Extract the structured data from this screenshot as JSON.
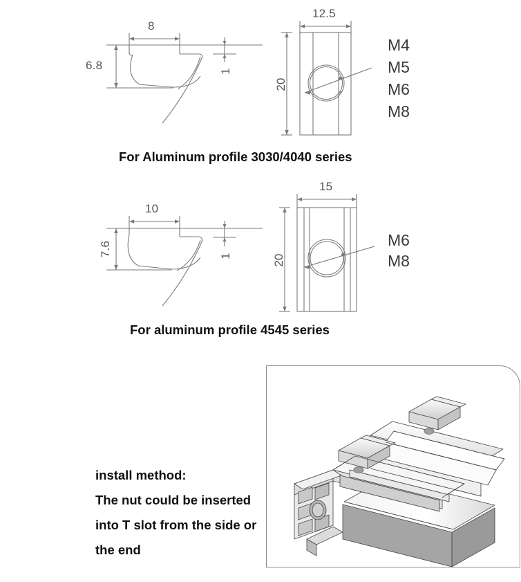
{
  "page": {
    "background": "#ffffff",
    "line_color": "#7a7a7a",
    "text_color": "#231f20"
  },
  "drawing_groups": [
    {
      "id": "group-3030-4040",
      "caption": "For Aluminum profile 3030/4040 series",
      "side_view": {
        "name": "t-nut-side-profile-view",
        "dimensions": {
          "width": "8",
          "height": "6.8",
          "lip_thickness": "1"
        }
      },
      "front_view": {
        "name": "t-nut-front-view",
        "dimensions": {
          "width": "12.5",
          "height": "20"
        },
        "thread_labels": [
          "M4",
          "M5",
          "M6",
          "M8"
        ]
      }
    },
    {
      "id": "group-4545",
      "caption": "For aluminum profile 4545 series",
      "side_view": {
        "name": "t-nut-side-profile-view",
        "dimensions": {
          "width": "10",
          "height": "7.6",
          "lip_thickness": "1"
        }
      },
      "front_view": {
        "name": "t-nut-front-view",
        "dimensions": {
          "width": "15",
          "height": "20"
        },
        "thread_labels": [
          "M6",
          "M8"
        ]
      }
    }
  ],
  "install_note": {
    "lines": [
      "install method:",
      "The nut could be inserted",
      "into T slot from the side or",
      "the end"
    ]
  },
  "product_photo": {
    "name": "aluminum-extrusion-with-t-nuts-render",
    "description": "Isometric render of an aluminum extrusion profile with two T-nuts inserted into the T slot"
  }
}
